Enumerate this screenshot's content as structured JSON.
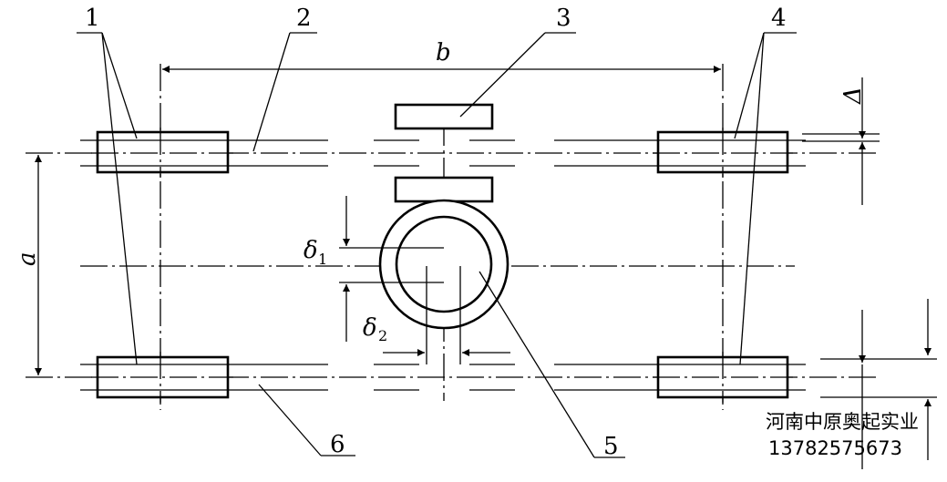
{
  "labels": {
    "n1": "1",
    "n2": "2",
    "n3": "3",
    "n4": "4",
    "n5": "5",
    "n6": "6"
  },
  "dimensions": {
    "a": "a",
    "b": "b",
    "delta": "Δ",
    "delta1": "δ",
    "delta1_sub": "1",
    "delta2": "δ",
    "delta2_sub": "2"
  },
  "watermark": {
    "company": "河南中原奥起实业",
    "phone": "13782575673"
  },
  "colors": {
    "line": "#000000",
    "background": "#ffffff"
  }
}
